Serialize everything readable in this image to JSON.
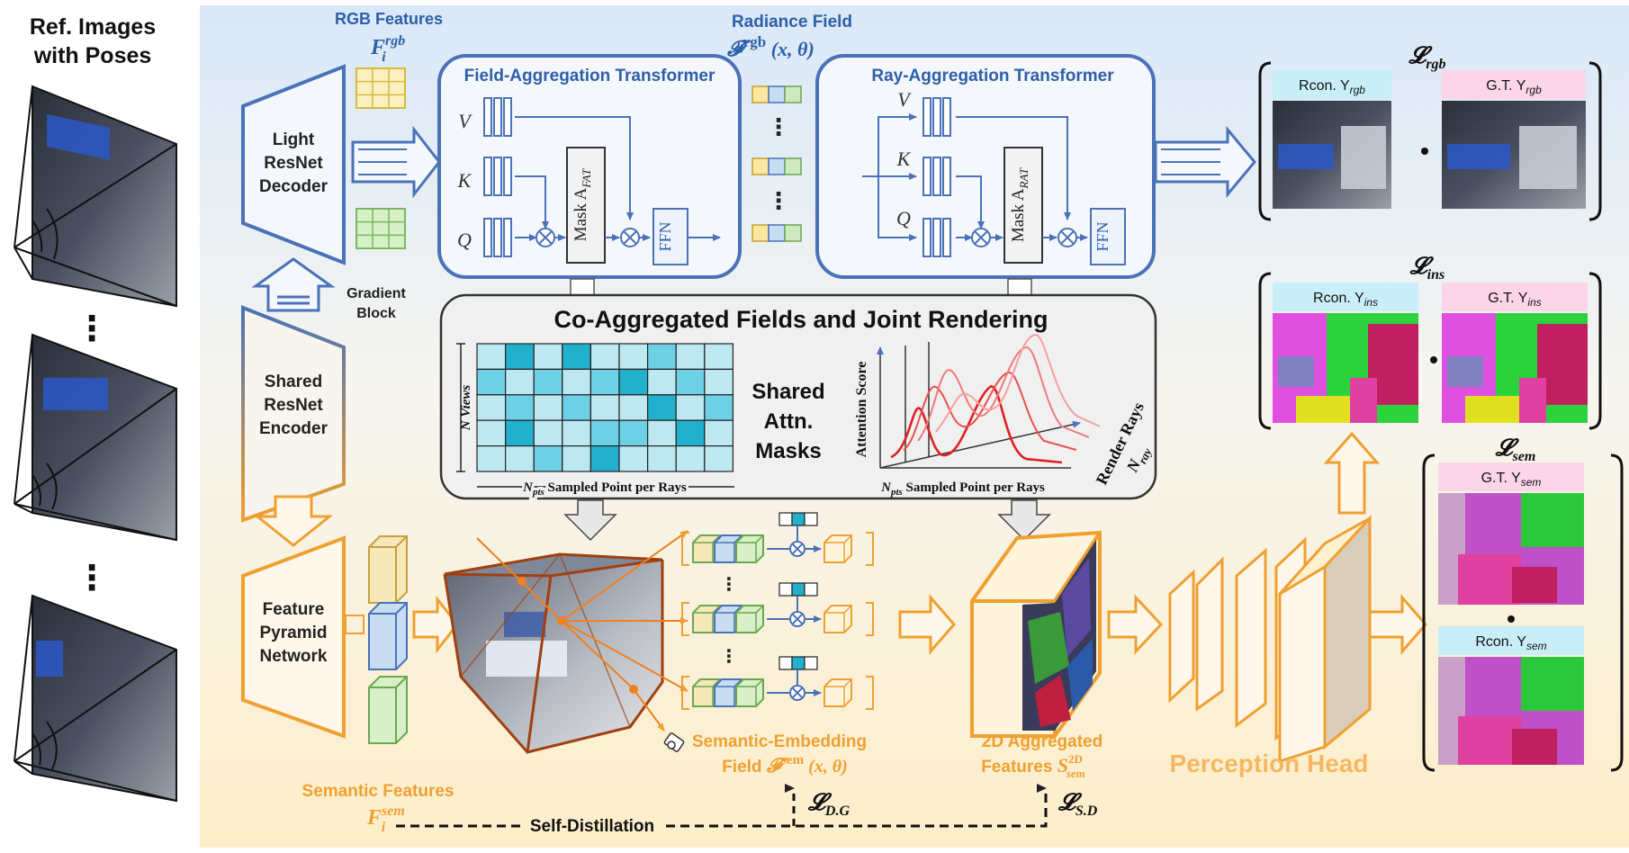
{
  "left_panel": {
    "title_line1": "Ref. Images",
    "title_line2": "with Poses",
    "dots": "⋮"
  },
  "backbone": {
    "light_decoder": [
      "Light",
      "ResNet",
      "Decoder"
    ],
    "shared_encoder": [
      "Shared",
      "ResNet",
      "Encoder"
    ],
    "fpn": [
      "Feature",
      "Pyramid",
      "Network"
    ],
    "gradient_block": [
      "Gradient",
      "Block"
    ]
  },
  "rgb_features": {
    "label": "RGB Features",
    "symbol": "F",
    "sub": "i",
    "sup": "rgb"
  },
  "semantic_features": {
    "label": "Semantic Features",
    "symbol": "F",
    "sub": "i",
    "sup": "sem"
  },
  "radiance_field": {
    "label": "Radiance Field",
    "symbol": "𝓕",
    "sup": "rgb",
    "args": " (x, θ)"
  },
  "fat": {
    "title": "Field-Aggregation Transformer",
    "v": "V",
    "k": "K",
    "q": "Q",
    "mask": "Mask A",
    "mask_sub": "FAT",
    "ffn": "FFN"
  },
  "rat": {
    "title": "Ray-Aggregation Transformer",
    "v": "V",
    "k": "K",
    "q": "Q",
    "mask": "Mask A",
    "mask_sub": "RAT",
    "ffn": "FFN"
  },
  "coagg": {
    "title": "Co-Aggregated Fields and Joint Rendering",
    "nviews": "N Views",
    "npts_label": "Sampled Point per Rays",
    "npts_sym": "N",
    "npts_sub": "pts",
    "shared_masks": [
      "Shared",
      "Attn.",
      "Masks"
    ],
    "attention_score": "Attention Score",
    "render_rays": "Render Rays",
    "nray_sym": "N",
    "nray_sub": "ray"
  },
  "heatmap": {
    "rows": 5,
    "cols": 9,
    "levels": [
      [
        1,
        3,
        1,
        3,
        1,
        1,
        2,
        1,
        1
      ],
      [
        2,
        1,
        2,
        1,
        2,
        3,
        1,
        2,
        1
      ],
      [
        1,
        2,
        1,
        2,
        1,
        1,
        3,
        1,
        2
      ],
      [
        1,
        3,
        1,
        1,
        2,
        2,
        1,
        3,
        1
      ],
      [
        1,
        1,
        2,
        1,
        3,
        1,
        1,
        1,
        1
      ]
    ],
    "palette": [
      "#e6f5fa",
      "#bde8f2",
      "#6ed0e4",
      "#22b0cc"
    ]
  },
  "semantic_field": {
    "line1": "Semantic-Embedding",
    "line2": "Field ",
    "symbol": "𝓕",
    "sup": "sem",
    "args": " (x, θ)"
  },
  "aggregated_2d": {
    "line1": "2D Aggregated",
    "line2": "Features ",
    "symbol": "S",
    "sub": "sem",
    "sup": "2D"
  },
  "perception_head": "Perception Head",
  "self_distillation": "Self-Distillation",
  "loss_dg": {
    "symbol": "𝓛",
    "sub": "D.G"
  },
  "loss_sd": {
    "symbol": "𝓛",
    "sub": "S.D"
  },
  "loss_rgb": {
    "symbol": "𝓛",
    "sub": "rgb",
    "recon": "Rcon. Y",
    "gt": "G.T. Y",
    "yt": "rgb"
  },
  "loss_ins": {
    "symbol": "𝓛",
    "sub": "ins",
    "recon": "Rcon. Y",
    "gt": "G.T. Y",
    "yt": "ins"
  },
  "loss_sem": {
    "symbol": "𝓛",
    "sub": "sem",
    "recon": "Rcon. Y",
    "gt": "G.T. Y",
    "yt": "sem"
  },
  "ellipsis": "⋮",
  "colors": {
    "blue": "#4a72b8",
    "orange": "#f0a030",
    "orange_text": "#f0a030",
    "dark_blue_text": "#2e5fa8",
    "red_curve": "#e03030"
  }
}
